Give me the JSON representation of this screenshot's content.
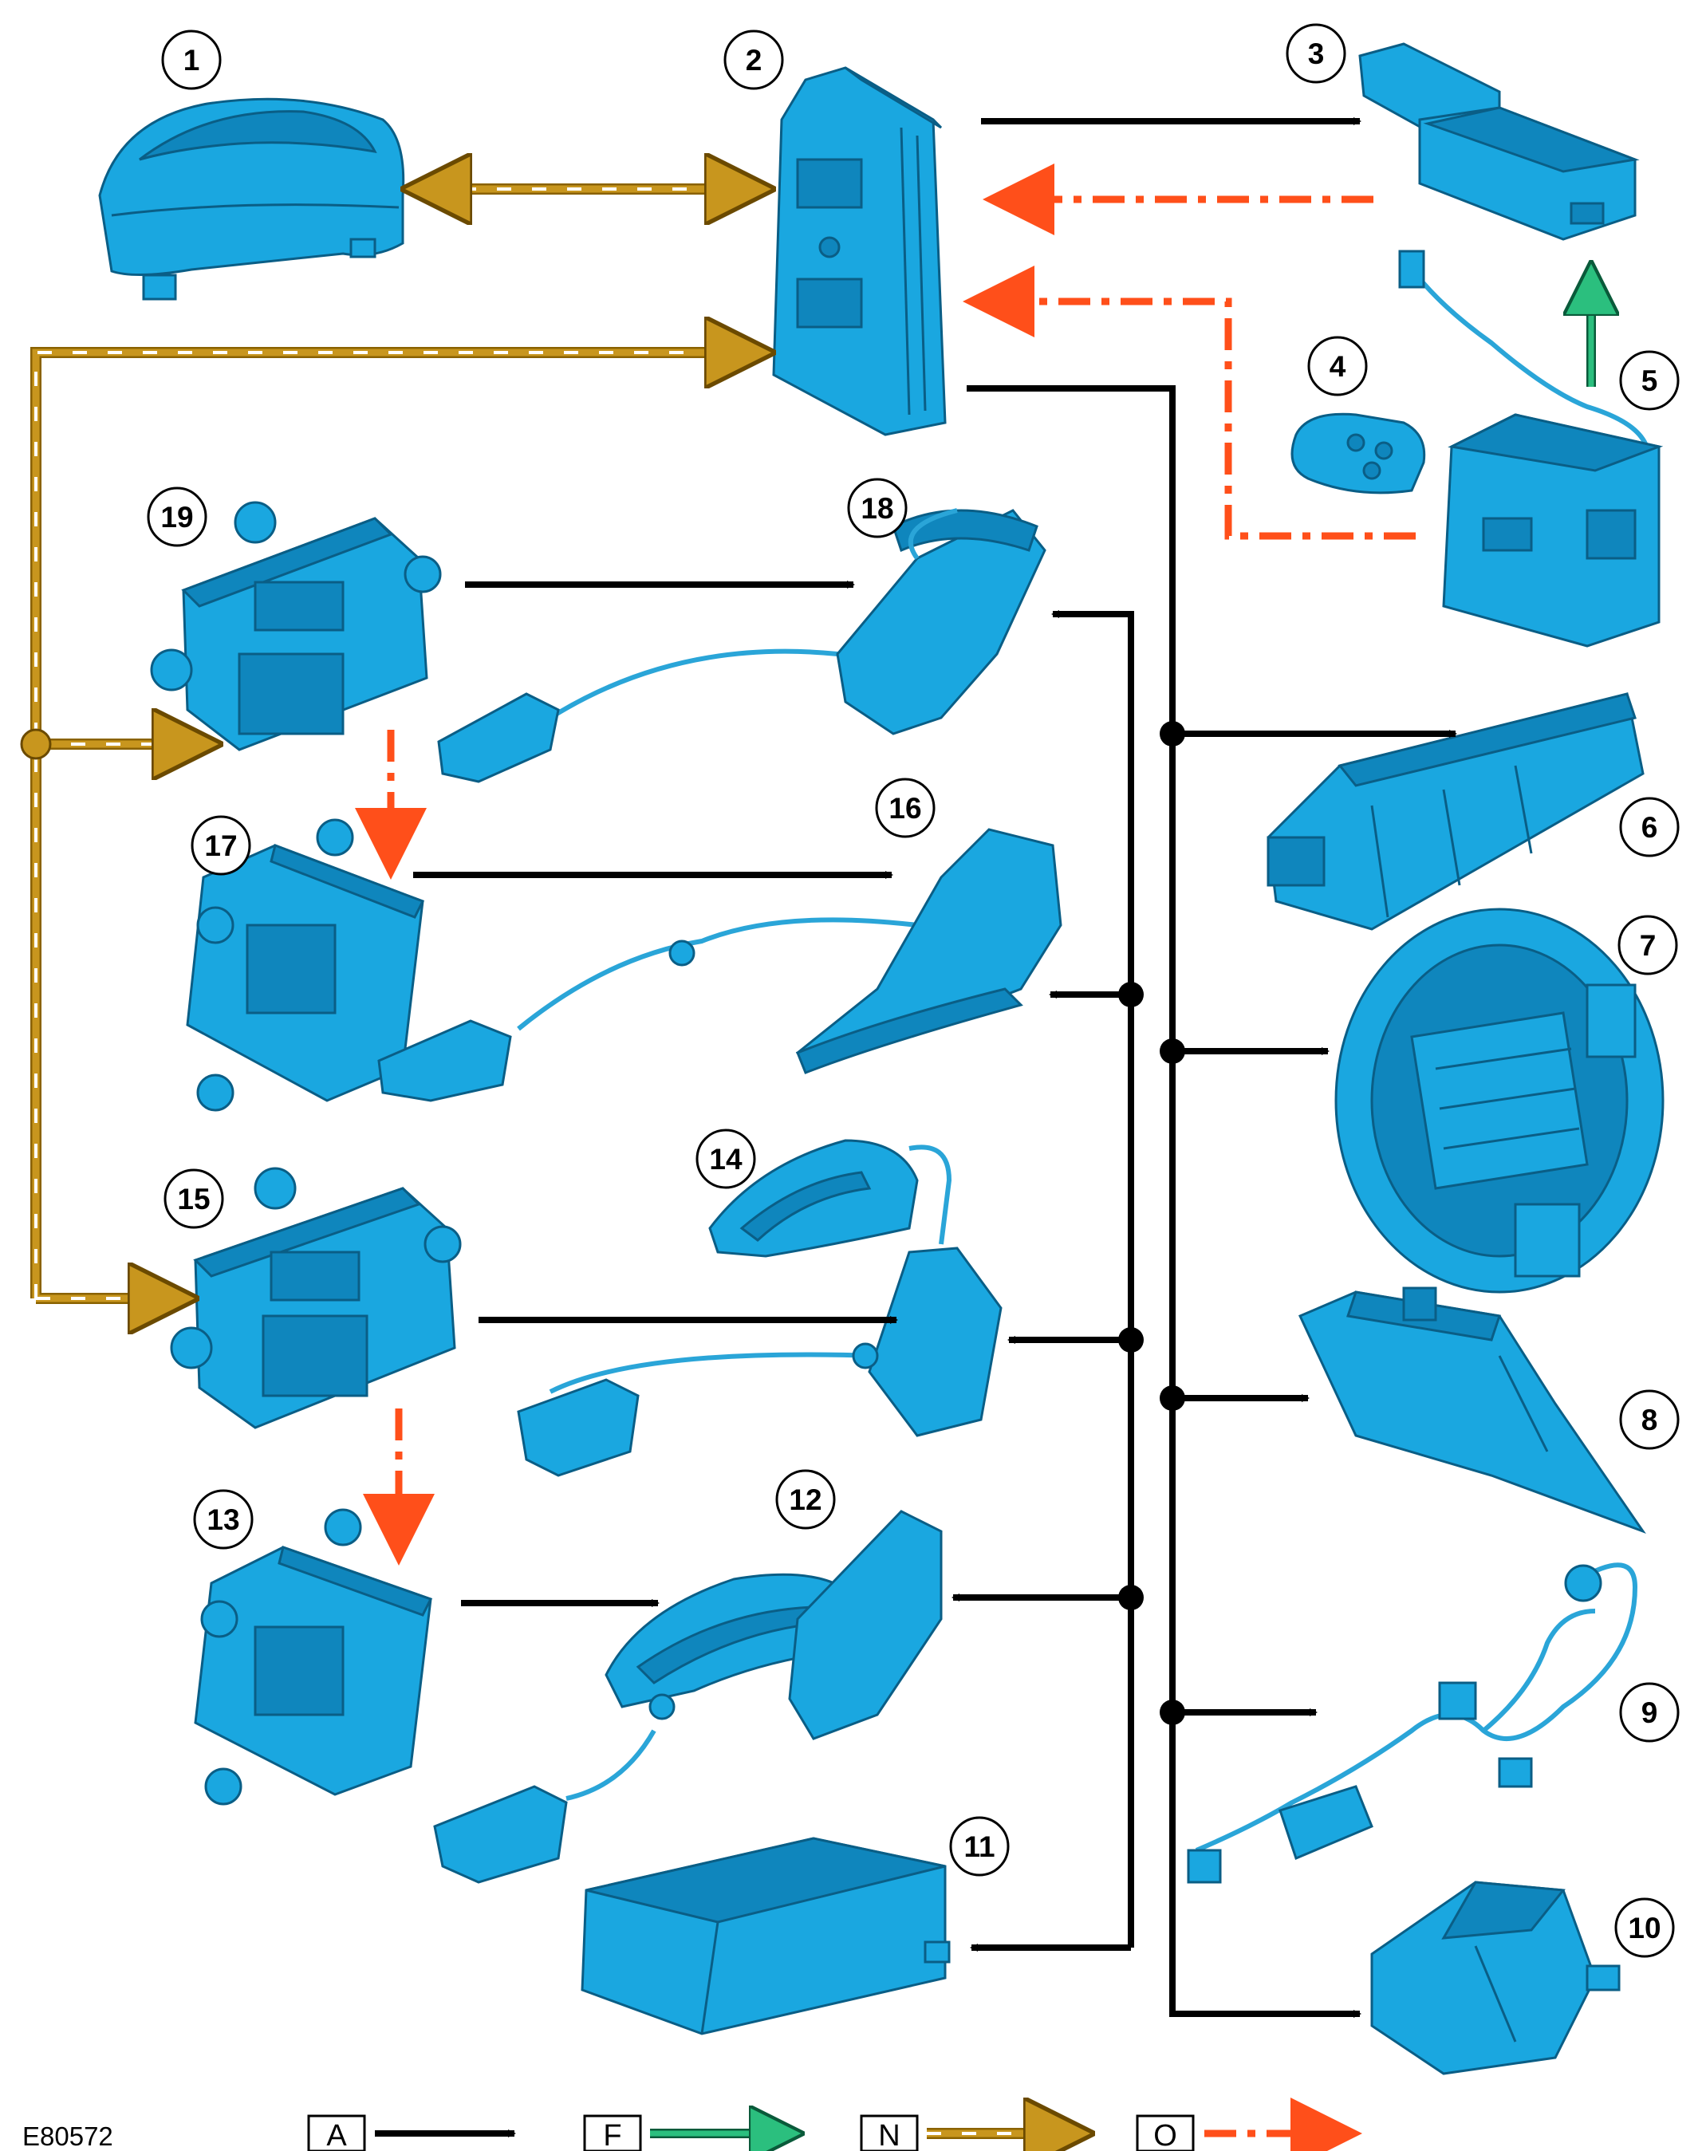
{
  "figure_ref": "E80572",
  "components": [
    {
      "id": "1",
      "label": "1"
    },
    {
      "id": "2",
      "label": "2"
    },
    {
      "id": "3",
      "label": "3"
    },
    {
      "id": "4",
      "label": "4"
    },
    {
      "id": "5",
      "label": "5"
    },
    {
      "id": "6",
      "label": "6"
    },
    {
      "id": "7",
      "label": "7"
    },
    {
      "id": "8",
      "label": "8"
    },
    {
      "id": "9",
      "label": "9"
    },
    {
      "id": "10",
      "label": "10"
    },
    {
      "id": "11",
      "label": "11"
    },
    {
      "id": "12",
      "label": "12"
    },
    {
      "id": "13",
      "label": "13"
    },
    {
      "id": "14",
      "label": "14"
    },
    {
      "id": "15",
      "label": "15"
    },
    {
      "id": "16",
      "label": "16"
    },
    {
      "id": "17",
      "label": "17"
    },
    {
      "id": "18",
      "label": "18"
    },
    {
      "id": "19",
      "label": "19"
    }
  ],
  "legend": [
    {
      "key": "A",
      "color": "#000000",
      "style": "solid"
    },
    {
      "key": "F",
      "color": "#2bbf7e",
      "style": "solid"
    },
    {
      "key": "N",
      "color": "#b8860b",
      "style": "dashed-white"
    },
    {
      "key": "O",
      "color": "#ff4f1a",
      "style": "dash-dot"
    }
  ],
  "colors": {
    "part": "#1aa7e0",
    "part_outline": "#0a5e86",
    "line_A": "#000000",
    "line_F": "#2bbf7e",
    "line_N": "#b8860b",
    "line_O": "#ff4f1a"
  }
}
